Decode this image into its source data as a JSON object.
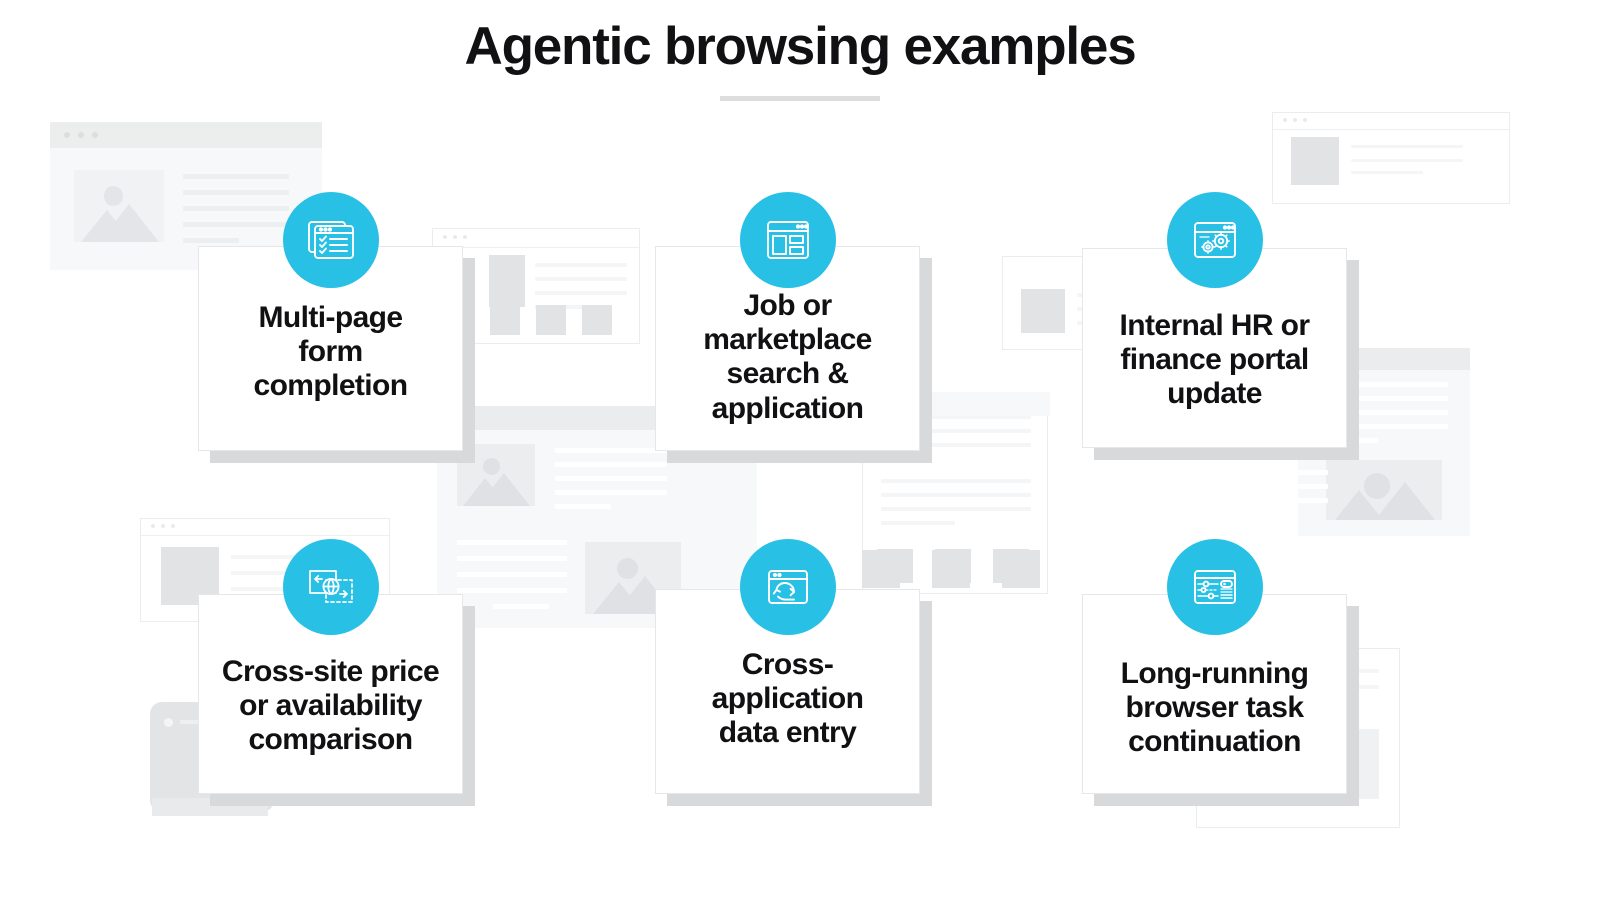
{
  "header": {
    "title": "Agentic browsing examples",
    "divider": true
  },
  "theme": {
    "accent": "#29c0e6",
    "text": "#111113",
    "card_bg": "#ffffff",
    "card_border": "#e6e7e9",
    "card_shadow": "#d8d9db",
    "mock_fill": "#f7f8f9",
    "mock_line": "#eceef0",
    "background": "#ffffff"
  },
  "cards": [
    {
      "id": "multi-page-form-completion",
      "label": "Multi-page\nform\ncompletion",
      "icon": "browser-checklist-icon"
    },
    {
      "id": "job-or-marketplace-search-application",
      "label": "Job or\nmarketplace\nsearch &\napplication",
      "icon": "browser-layout-grid-icon"
    },
    {
      "id": "internal-hr-or-finance-portal-update",
      "label": "Internal HR or\nfinance portal\nupdate",
      "icon": "browser-gears-icon"
    },
    {
      "id": "cross-site-price-or-availability-comparison",
      "label": "Cross-site price\nor availability\ncomparison",
      "icon": "globe-compare-arrows-icon"
    },
    {
      "id": "cross-application-data-entry",
      "label": "Cross-\napplication\ndata entry",
      "icon": "browser-sync-arrow-icon"
    },
    {
      "id": "long-running-browser-task-continuation",
      "label": "Long-running\nbrowser task\ncontinuation",
      "icon": "browser-sliders-icon"
    }
  ]
}
